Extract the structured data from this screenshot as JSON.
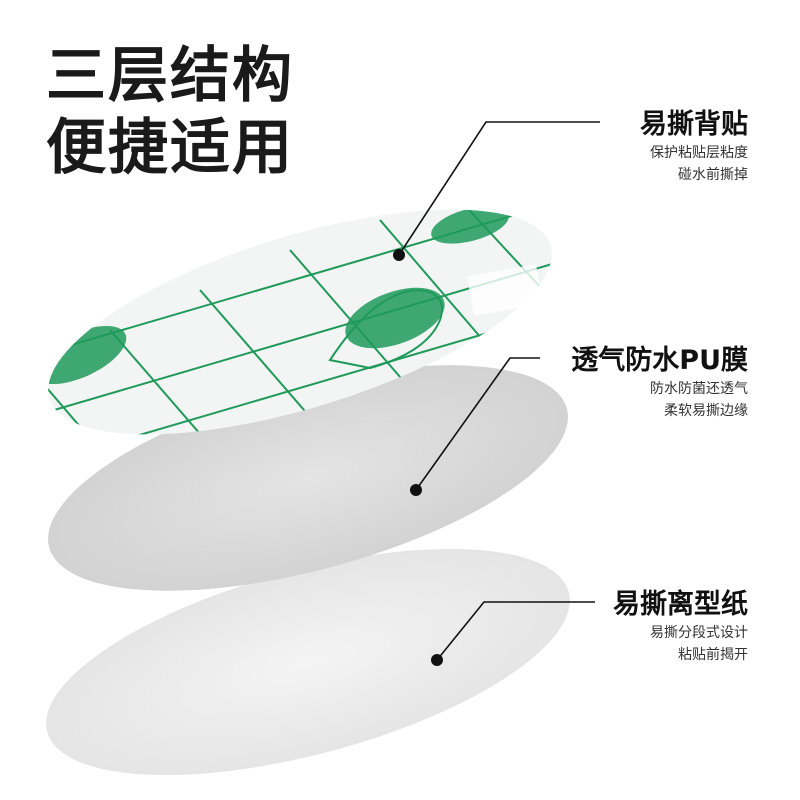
{
  "title": {
    "line1": "三层结构",
    "line2": "便捷适用"
  },
  "layers": [
    {
      "heading": "易撕背贴",
      "desc1": "保护粘贴层粘度",
      "desc2": "碰水前撕掉"
    },
    {
      "heading": "透气防水PU膜",
      "desc1": "防水防菌还透气",
      "desc2": "柔软易撕边缘"
    },
    {
      "heading": "易撕离型纸",
      "desc1": "易撕分段式设计",
      "desc2": "粘贴前揭开"
    }
  ],
  "colors": {
    "accent_green": "#1f9a5a",
    "text_dark": "#111111",
    "film_gray": "#d9d9d9",
    "paper_gray": "#ececec"
  }
}
